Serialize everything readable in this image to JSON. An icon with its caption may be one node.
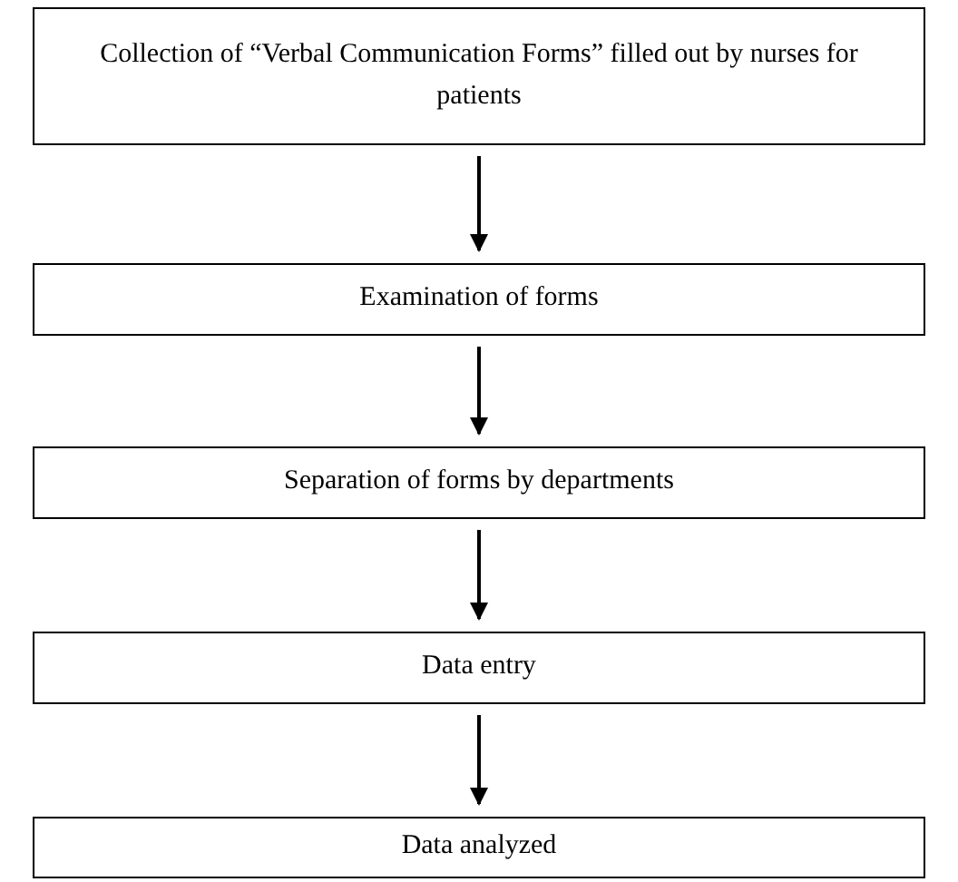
{
  "diagram": {
    "nodes": [
      {
        "text": [
          "Collection of “Verbal Communication Forms” filled out by nurses for patients"
        ]
      },
      {
        "text": [
          "Examination of forms"
        ]
      },
      {
        "text": [
          "Separation of forms by departments"
        ]
      },
      {
        "text": [
          "Data entry"
        ]
      },
      {
        "text": [
          "Data analyzed"
        ]
      }
    ],
    "edges": [
      {
        "from": 0,
        "to": 1,
        "arrow": "to"
      },
      {
        "from": 1,
        "to": 2,
        "arrow": "to"
      },
      {
        "from": 2,
        "to": 3,
        "arrow": "to"
      },
      {
        "from": 3,
        "to": 4,
        "arrow": "to"
      }
    ]
  }
}
